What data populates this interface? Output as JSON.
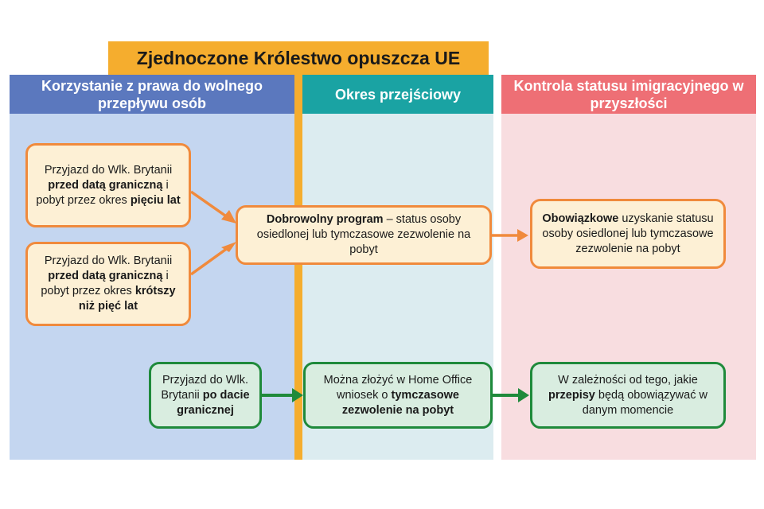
{
  "title": "Zjednoczone Królestwo opuszcza UE",
  "columns": [
    {
      "label": "Korzystanie z prawa do wolnego przepływu osób",
      "color": "#5b78be",
      "bg": "#c4d6f0"
    },
    {
      "label": "Okres przejściowy",
      "color": "#1aa3a3",
      "bg": "#dcecf0"
    },
    {
      "label": "Kontrola statusu imigracyjnego w przyszłości",
      "color": "#ee6f75",
      "bg": "#f8dde0"
    }
  ],
  "boxes": {
    "before5": [
      {
        "t": "Przyjazd do Wlk. Brytanii ",
        "b": false
      },
      {
        "t": "przed datą graniczną",
        "b": true
      },
      {
        "t": " i pobyt przez okres ",
        "b": false
      },
      {
        "t": "pięciu lat",
        "b": true
      }
    ],
    "beforeLess": [
      {
        "t": "Przyjazd do Wlk. Brytanii ",
        "b": false
      },
      {
        "t": "przed datą graniczną",
        "b": true
      },
      {
        "t": " i pobyt przez okres ",
        "b": false
      },
      {
        "t": "krótszy niż pięć lat",
        "b": true
      }
    ],
    "voluntary": [
      {
        "t": "Dobrowolny program",
        "b": true
      },
      {
        "t": " – status osoby osiedlonej lub tymczasowe zezwolenie na pobyt",
        "b": false
      }
    ],
    "mandatory": [
      {
        "t": "Obowiązkowe",
        "b": true
      },
      {
        "t": " uzyskanie statusu osoby osiedlonej lub tymczasowe zezwolenie na pobyt",
        "b": false
      }
    ],
    "after": [
      {
        "t": "Przyjazd do Wlk. Brytanii ",
        "b": false
      },
      {
        "t": "po dacie granicznej",
        "b": true
      }
    ],
    "homeoffice": [
      {
        "t": "Można złożyć w Home Office wniosek o ",
        "b": false
      },
      {
        "t": "tymczasowe zezwolenie na pobyt",
        "b": true
      }
    ],
    "depends": [
      {
        "t": "W zależności od tego, jakie ",
        "b": false
      },
      {
        "t": "przepisy",
        "b": true
      },
      {
        "t": " będą obowiązywać w danym momencie",
        "b": false
      }
    ]
  },
  "colors": {
    "accent": "#f5ad2e",
    "orange_arrow": "#f08a3c",
    "green_arrow": "#1f8a3b"
  }
}
